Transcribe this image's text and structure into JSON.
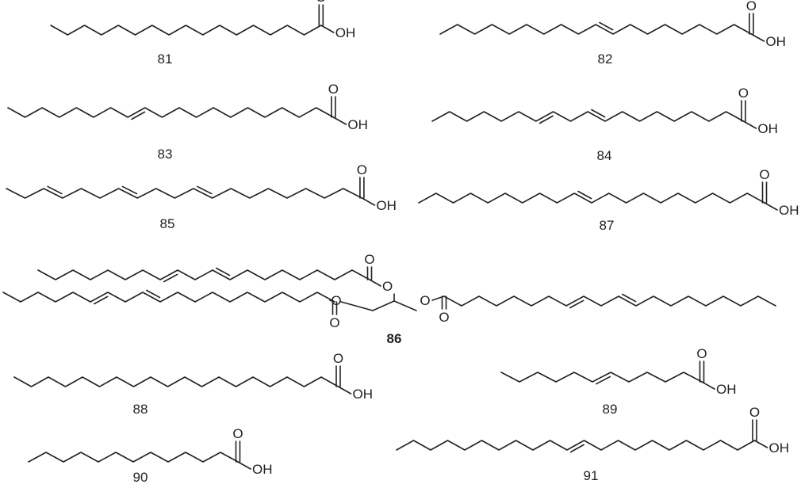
{
  "compounds": [
    {
      "id": "81",
      "bold": false
    },
    {
      "id": "82",
      "bold": false
    },
    {
      "id": "83",
      "bold": false
    },
    {
      "id": "84",
      "bold": false
    },
    {
      "id": "85",
      "bold": false
    },
    {
      "id": "87",
      "bold": false
    },
    {
      "id": "86",
      "bold": true
    },
    {
      "id": "88",
      "bold": false
    },
    {
      "id": "89",
      "bold": false
    },
    {
      "id": "90",
      "bold": false
    },
    {
      "id": "91",
      "bold": false
    }
  ],
  "atoms": {
    "oxygen": "O",
    "hydroxyl": "OH"
  }
}
